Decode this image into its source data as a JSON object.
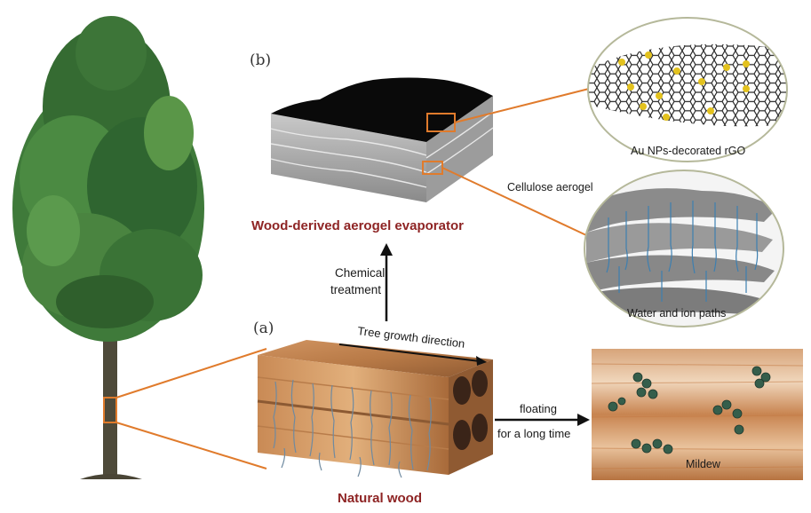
{
  "panels": {
    "a": "(a)",
    "b": "(b)"
  },
  "titles": {
    "evaporator": "Wood-derived aerogel evaporator",
    "natural_wood": "Natural wood"
  },
  "labels": {
    "chemical_treatment_line1": "Chemical",
    "chemical_treatment_line2": "treatment",
    "tree_growth": "Tree growth direction",
    "floating_line1": "floating",
    "floating_line2": "for a long time",
    "au_rgo": "Au NPs-decorated rGO",
    "cellulose_aerogel": "Cellulose aerogel",
    "water_ion_paths": "Water and ion paths",
    "mildew": "Mildew"
  },
  "colors": {
    "title_red": "#8e2424",
    "connector_orange": "#e07b2c",
    "foliage_green": "#3f7a3a",
    "gold_particle": "#e3c21e"
  }
}
